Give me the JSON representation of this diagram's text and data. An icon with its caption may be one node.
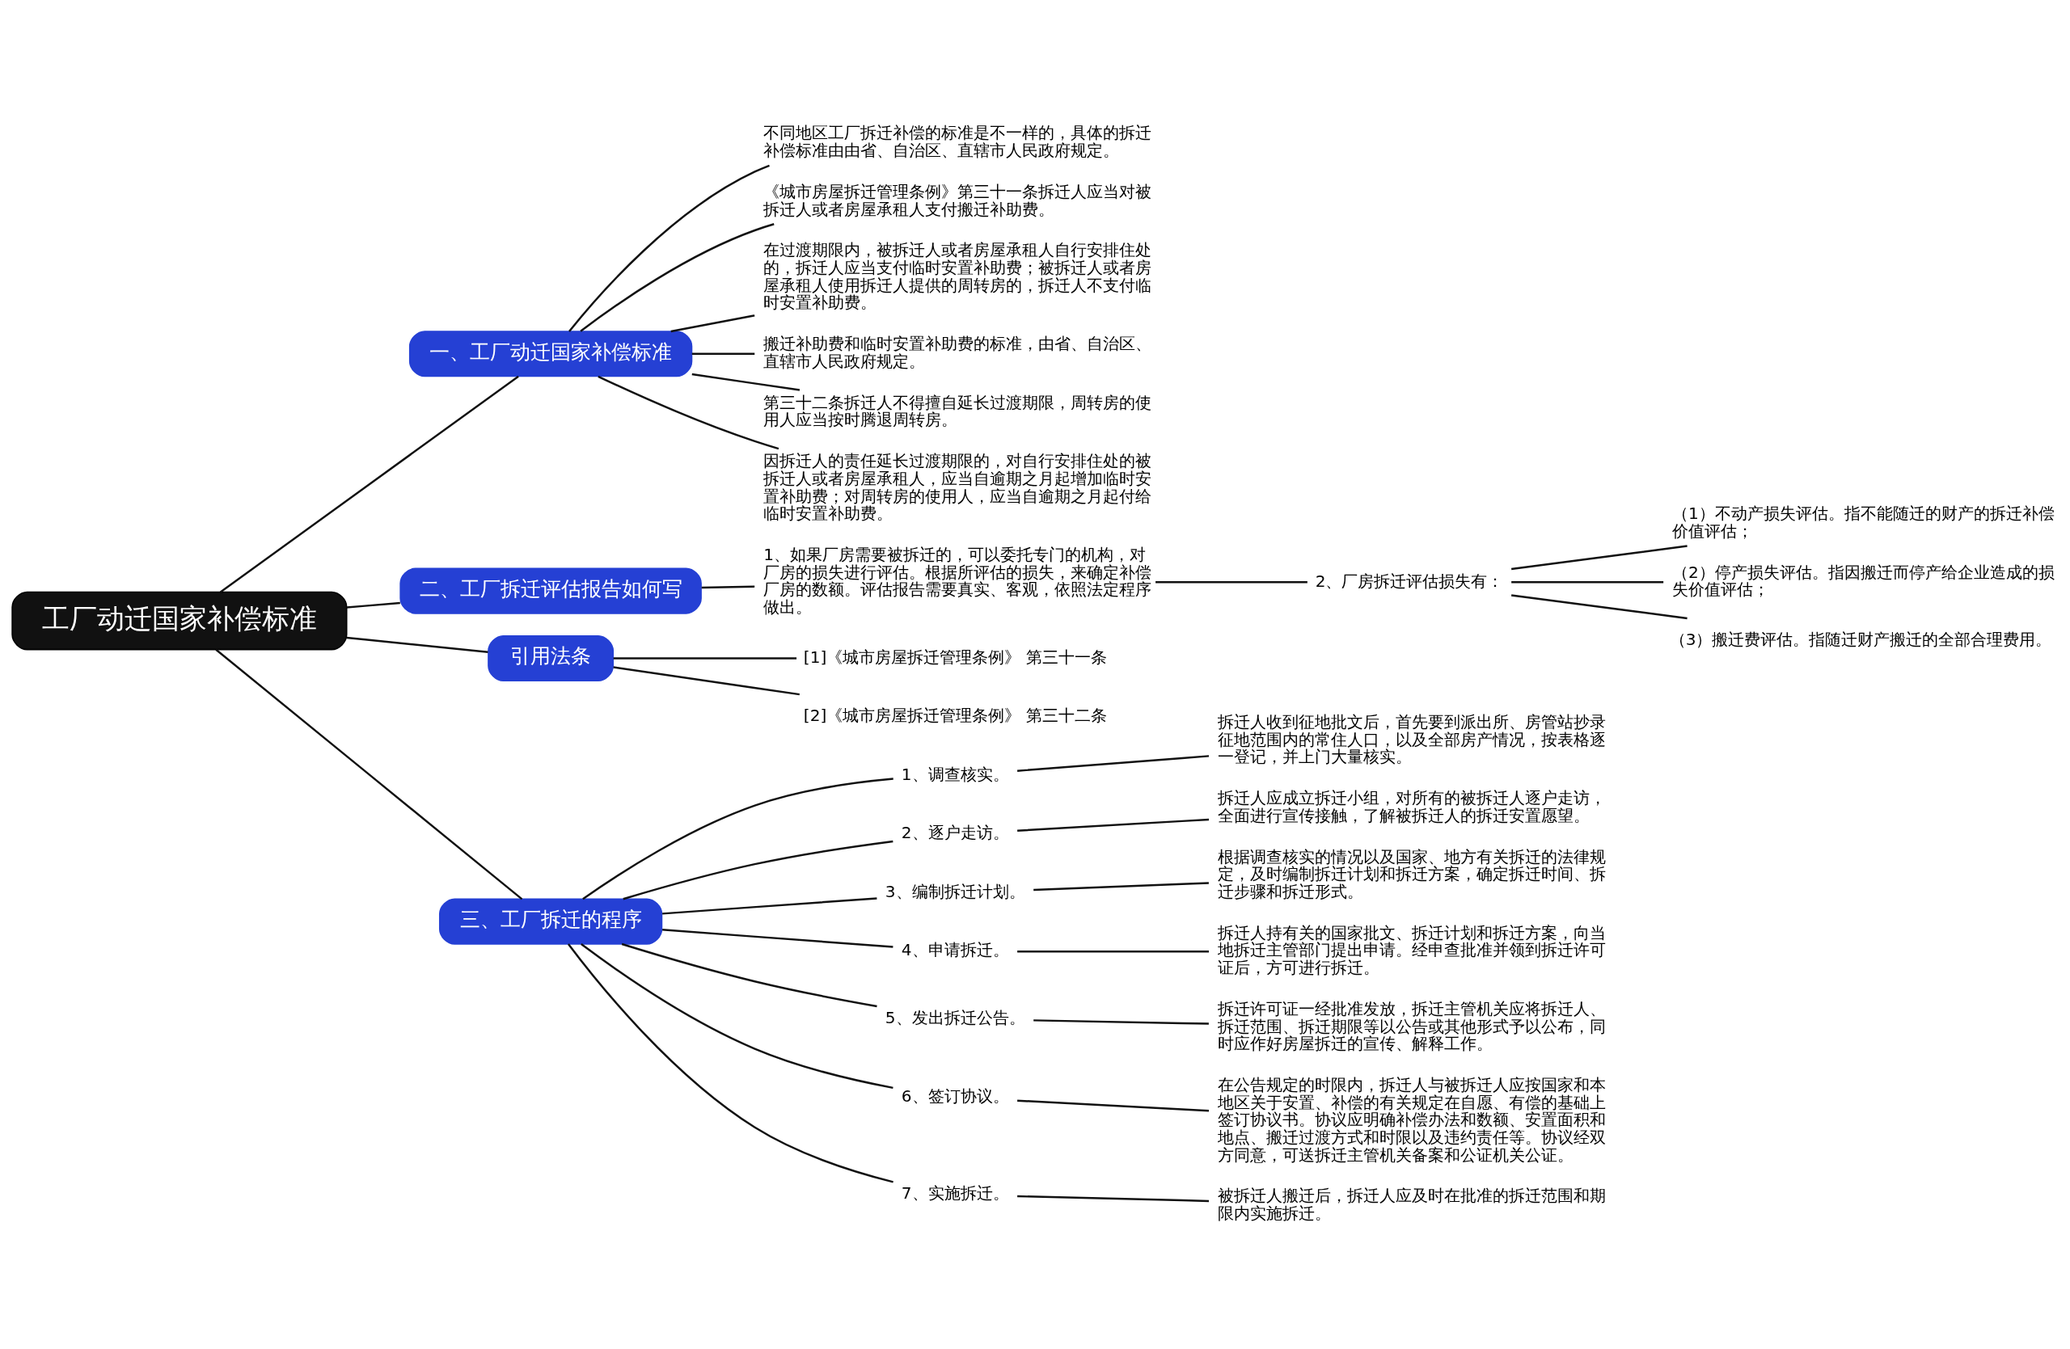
{
  "diagram": {
    "nodes": [
      {
        "text": [
          "工厂动迁国家补偿标准"
        ]
      },
      {
        "text": [
          "一、工厂动迁国家补偿标准"
        ]
      },
      {
        "text": [
          "不同地区工厂拆迁补偿的标准是不一样的，具体的拆迁补偿标准由由省、自治区、直辖市人民政府规定。"
        ]
      },
      {
        "text": [
          "《城市房屋拆迁管理条例》第三十一条拆迁人应当对被拆迁人或者房屋承租人支付搬迁补助费。"
        ]
      },
      {
        "text": [
          "在过渡期限内，被拆迁人或者房屋承租人自行安排住处的，拆迁人应当支付临时安置补助费；被拆迁人或者房屋承租人使用拆迁人提供的周转房的，拆迁人不支付临时安置补助费。"
        ]
      },
      {
        "text": [
          "搬迁补助费和临时安置补助费的标准，由省、自治区、直辖市人民政府规定。"
        ]
      },
      {
        "text": [
          "第三十二条拆迁人不得擅自延长过渡期限，周转房的使用人应当按时腾退周转房。"
        ]
      },
      {
        "text": [
          "因拆迁人的责任延长过渡期限的，对自行安排住处的被拆迁人或者房屋承租人，应当自逾期之月起增加临时安置补助费；对周转房的使用人，应当自逾期之月起付给临时安置补助费。"
        ]
      },
      {
        "text": [
          "二、工厂拆迁评估报告如何写"
        ]
      },
      {
        "text": [
          "1、如果厂房需要被拆迁的，可以委托专门的机构，对厂房的损失进行评估。根据所评估的损失，来确定补偿厂房的数额。评估报告需要真实、客观，依照法定程序做出。"
        ]
      },
      {
        "text": [
          "2、厂房拆迁评估损失有："
        ]
      },
      {
        "text": [
          "（1）不动产损失评估。指不能随迁的财产的拆迁补偿价值评估；"
        ]
      },
      {
        "text": [
          "（2）停产损失评估。指因搬迁而停产给企业造成的损失价值评估；"
        ]
      },
      {
        "text": [
          "（3）搬迁费评估。指随迁财产搬迁的全部合理费用。"
        ]
      },
      {
        "text": [
          "引用法条"
        ]
      },
      {
        "text": [
          "[1]《城市房屋拆迁管理条例》 第三十一条"
        ]
      },
      {
        "text": [
          "[2]《城市房屋拆迁管理条例》 第三十二条"
        ]
      },
      {
        "text": [
          "三、工厂拆迁的程序"
        ]
      },
      {
        "text": [
          "1、调查核实。"
        ]
      },
      {
        "text": [
          "拆迁人收到征地批文后，首先要到派出所、房管站抄录征地范围内的常住人口，以及全部房产情况，按表格逐一登记，并上门大量核实。"
        ]
      },
      {
        "text": [
          "2、逐户走访。"
        ]
      },
      {
        "text": [
          "拆迁人应成立拆迁小组，对所有的被拆迁人逐户走访，全面进行宣传接触，了解被拆迁人的拆迁安置愿望。"
        ]
      },
      {
        "text": [
          "3、编制拆迁计划。"
        ]
      },
      {
        "text": [
          "根据调查核实的情况以及国家、地方有关拆迁的法律规定，及时编制拆迁计划和拆迁方案，确定拆迁时间、拆迁步骤和拆迁形式。"
        ]
      },
      {
        "text": [
          "4、申请拆迁。"
        ]
      },
      {
        "text": [
          "拆迁人持有关的国家批文、拆迁计划和拆迁方案，向当地拆迁主管部门提出申请。经申查批准并领到拆迁许可证后，方可进行拆迁。"
        ]
      },
      {
        "text": [
          "5、发出拆迁公告。"
        ]
      },
      {
        "text": [
          "拆迁许可证一经批准发放，拆迁主管机关应将拆迁人、拆迁范围、拆迁期限等以公告或其他形式予以公布，同时应作好房屋拆迁的宣传、解释工作。"
        ]
      },
      {
        "text": [
          "6、签订协议。"
        ]
      },
      {
        "text": [
          "在公告规定的时限内，拆迁人与被拆迁人应按国家和本地区关于安置、补偿的有关规定在自愿、有偿的基础上签订协议书。协议应明确补偿办法和数额、安置面积和地点、搬迁过渡方式和时限以及违约责任等。协议经双方同意，可送拆迁主管机关备案和公证机关公证。"
        ]
      },
      {
        "text": [
          "7、实施拆迁。"
        ]
      },
      {
        "text": [
          "被拆迁人搬迁后，拆迁人应及时在批准的拆迁范围和期限内实施拆迁。"
        ]
      }
    ],
    "edges": [
      {
        "from": 0,
        "to": 1,
        "arrow": "none"
      },
      {
        "from": 1,
        "to": 2,
        "arrow": "none"
      },
      {
        "from": 1,
        "to": 3,
        "arrow": "none"
      },
      {
        "from": 1,
        "to": 4,
        "arrow": "none"
      },
      {
        "from": 1,
        "to": 5,
        "arrow": "none"
      },
      {
        "from": 1,
        "to": 6,
        "arrow": "none"
      },
      {
        "from": 1,
        "to": 7,
        "arrow": "none"
      },
      {
        "from": 0,
        "to": 8,
        "arrow": "none"
      },
      {
        "from": 8,
        "to": 9,
        "arrow": "none"
      },
      {
        "from": 9,
        "to": 10,
        "arrow": "none"
      },
      {
        "from": 10,
        "to": 11,
        "arrow": "none"
      },
      {
        "from": 10,
        "to": 12,
        "arrow": "none"
      },
      {
        "from": 10,
        "to": 13,
        "arrow": "none"
      },
      {
        "from": 0,
        "to": 14,
        "arrow": "none"
      },
      {
        "from": 14,
        "to": 15,
        "arrow": "none"
      },
      {
        "from": 14,
        "to": 16,
        "arrow": "none"
      },
      {
        "from": 0,
        "to": 17,
        "arrow": "none"
      },
      {
        "from": 17,
        "to": 18,
        "arrow": "none"
      },
      {
        "from": 18,
        "to": 19,
        "arrow": "none"
      },
      {
        "from": 17,
        "to": 20,
        "arrow": "none"
      },
      {
        "from": 20,
        "to": 21,
        "arrow": "none"
      },
      {
        "from": 17,
        "to": 22,
        "arrow": "none"
      },
      {
        "from": 22,
        "to": 23,
        "arrow": "none"
      },
      {
        "from": 17,
        "to": 24,
        "arrow": "none"
      },
      {
        "from": 24,
        "to": 25,
        "arrow": "none"
      },
      {
        "from": 17,
        "to": 26,
        "arrow": "none"
      },
      {
        "from": 26,
        "to": 27,
        "arrow": "none"
      },
      {
        "from": 17,
        "to": 28,
        "arrow": "none"
      },
      {
        "from": 28,
        "to": 29,
        "arrow": "none"
      },
      {
        "from": 17,
        "to": 30,
        "arrow": "none"
      },
      {
        "from": 30,
        "to": 31,
        "arrow": "none"
      }
    ]
  }
}
